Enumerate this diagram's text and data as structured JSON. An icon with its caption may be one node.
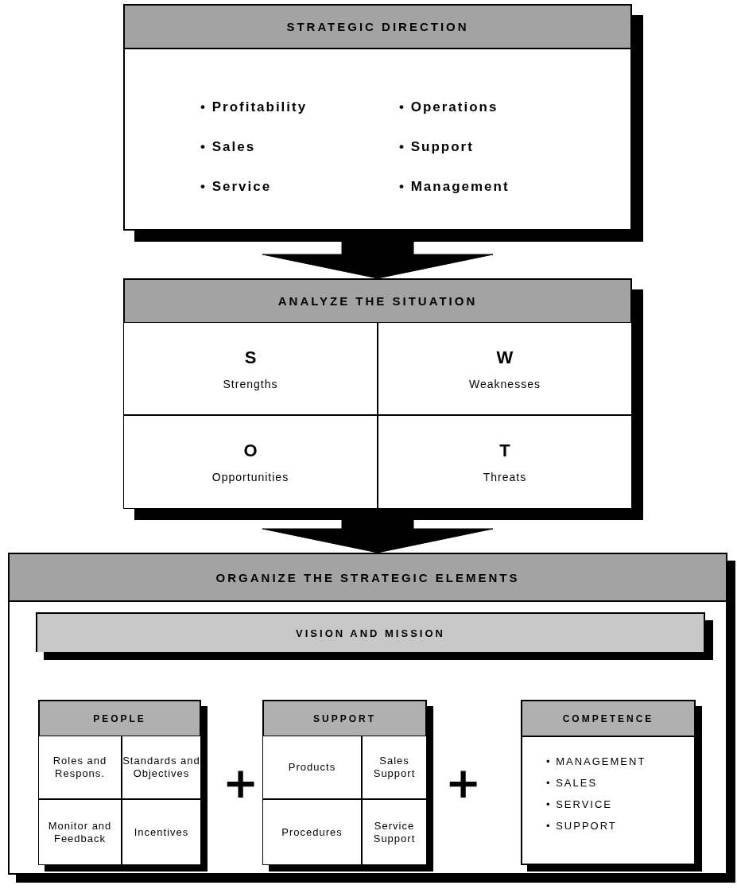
{
  "diagram": {
    "nodes": [
      {
        "text": [
          "STRATEGIC DIRECTION",
          "• Profitability",
          "• Sales",
          "• Service",
          "• Operations",
          "• Support",
          "• Management"
        ]
      },
      {
        "text": [
          "ANALYZE THE SITUATION"
        ]
      },
      {
        "text": [
          "S",
          "Strengths"
        ],
        "in": 1
      },
      {
        "text": [
          "W",
          "Weaknesses"
        ],
        "in": 1
      },
      {
        "text": [
          "O",
          "Opportunities"
        ],
        "in": 1
      },
      {
        "text": [
          "T",
          "Threats"
        ],
        "in": 1
      },
      {
        "text": [
          "ORGANIZE THE STRATEGIC ELEMENTS"
        ]
      },
      {
        "text": [
          "VISION AND MISSION"
        ],
        "in": 6
      },
      {
        "text": [
          "PEOPLE"
        ],
        "in": 6
      },
      {
        "text": [
          "Roles and Respons."
        ],
        "in": 8
      },
      {
        "text": [
          "Standards and Objectives"
        ],
        "in": 8
      },
      {
        "text": [
          "Monitor and Feedback"
        ],
        "in": 8
      },
      {
        "text": [
          "Incentives"
        ],
        "in": 8
      },
      {
        "text": [
          "SUPPORT"
        ],
        "in": 6
      },
      {
        "text": [
          "Products"
        ],
        "in": 13
      },
      {
        "text": [
          "Sales Support"
        ],
        "in": 13
      },
      {
        "text": [
          "Procedures"
        ],
        "in": 13
      },
      {
        "text": [
          "Service Support"
        ],
        "in": 13
      },
      {
        "text": [
          "COMPETENCE",
          "• MANAGEMENT",
          "• SALES",
          "• SERVICE",
          "• SUPPORT"
        ],
        "in": 6
      }
    ],
    "edges": [
      {
        "from": 0,
        "to": 1,
        "arrow": "to",
        "style": "thick"
      },
      {
        "from": 1,
        "to": 6,
        "arrow": "to",
        "style": "thick"
      }
    ],
    "labels": [
      "+",
      "+"
    ]
  }
}
